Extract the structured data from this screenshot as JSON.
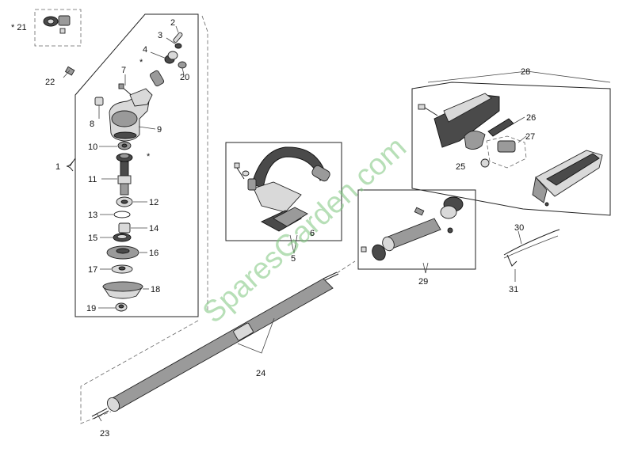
{
  "watermark": "SparesGarden.com",
  "callouts": {
    "c1": "1",
    "c2": "2",
    "c3": "3",
    "c4": "4",
    "c5": "5",
    "c6": "6",
    "c7": "7",
    "c8": "8",
    "c9": "9",
    "c10": "10",
    "c11": "11",
    "c12": "12",
    "c13": "13",
    "c14": "14",
    "c15": "15",
    "c16": "16",
    "c17": "17",
    "c18": "18",
    "c19": "19",
    "c20": "20",
    "c21": "* 21",
    "c22": "22",
    "c23": "23",
    "c24": "24",
    "c25": "25",
    "c26": "26",
    "c27": "27",
    "c28": "28",
    "c29": "29",
    "c30": "30",
    "c31": "31"
  },
  "asterisk": "*"
}
